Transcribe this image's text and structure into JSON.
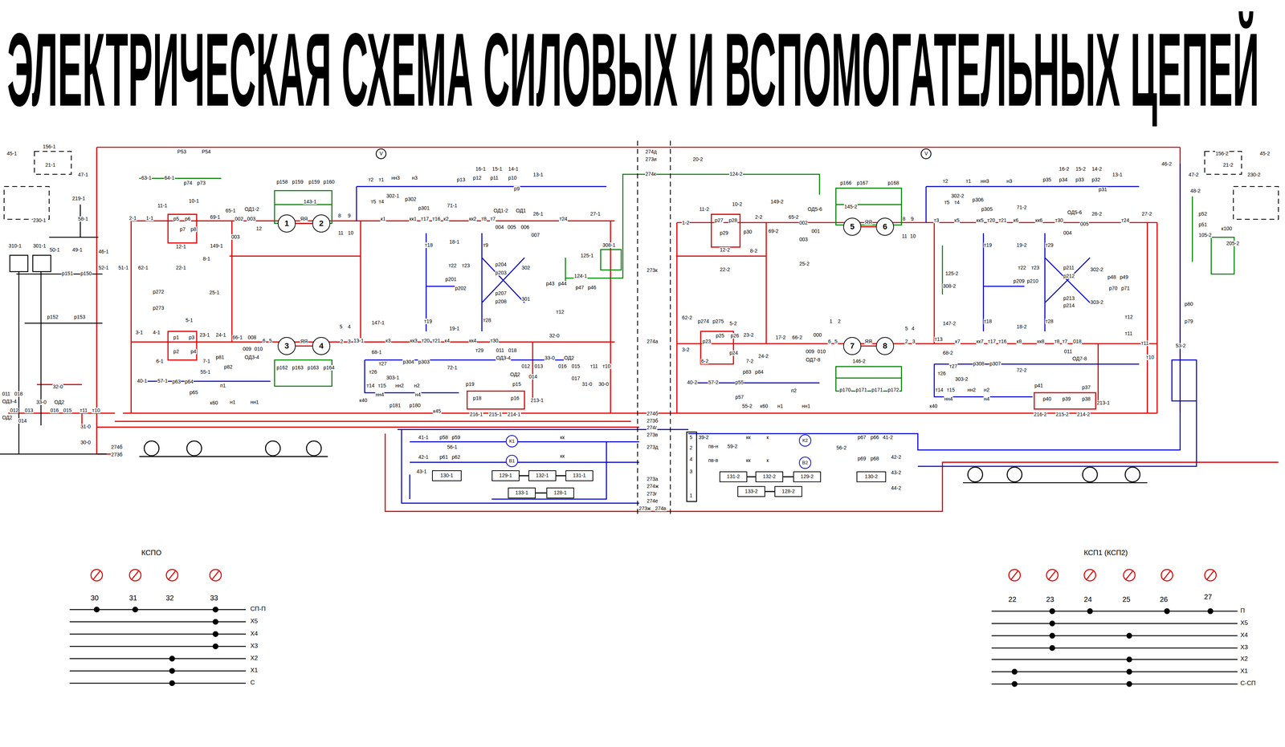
{
  "diagram": {
    "title": "ЭЛЕКТРИЧЕСКАЯ СХЕМА СИЛОВЫХ И ВСПОМОГАТЕЛЬНЫХ ЦЕПЕЙ",
    "nodes": [
      {
        "text": [
          "1"
        ]
      },
      {
        "text": [
          "2"
        ]
      },
      {
        "text": [
          "5"
        ]
      },
      {
        "text": [
          "6"
        ]
      },
      {
        "text": [
          "3"
        ]
      },
      {
        "text": [
          "4"
        ]
      },
      {
        "text": [
          "7"
        ]
      },
      {
        "text": [
          "8"
        ]
      },
      {
        "text": [
          "К1"
        ]
      },
      {
        "text": [
          "К2"
        ]
      },
      {
        "text": [
          "В1"
        ]
      },
      {
        "text": [
          "В2"
        ]
      },
      {
        "text": [
          "130-1"
        ]
      },
      {
        "text": [
          "129-1"
        ]
      },
      {
        "text": [
          "132-1"
        ]
      },
      {
        "text": [
          "131-1"
        ]
      },
      {
        "text": [
          "131-2"
        ]
      },
      {
        "text": [
          "132-2"
        ]
      },
      {
        "text": [
          "129-2"
        ]
      },
      {
        "text": [
          "130-2"
        ]
      },
      {
        "text": [
          "133-1"
        ]
      },
      {
        "text": [
          "128-1"
        ]
      },
      {
        "text": [
          "133-2"
        ]
      },
      {
        "text": [
          "128-2"
        ]
      }
    ],
    "edges": [
      {
        "from": 0,
        "to": 1,
        "arrow": "none",
        "label": "ЯЯ"
      },
      {
        "from": 2,
        "to": 3,
        "arrow": "none",
        "label": "ЯЯ"
      },
      {
        "from": 4,
        "to": 5,
        "arrow": "none",
        "label": "ЯЯ"
      },
      {
        "from": 6,
        "to": 7,
        "arrow": "none",
        "label": "ЯЯ"
      },
      {
        "from": 13,
        "to": 14,
        "arrow": "none"
      },
      {
        "from": 14,
        "to": 15,
        "arrow": "none"
      },
      {
        "from": 16,
        "to": 17,
        "arrow": "none"
      },
      {
        "from": 17,
        "to": 18,
        "arrow": "none"
      },
      {
        "from": 20,
        "to": 21,
        "arrow": "none"
      },
      {
        "from": 22,
        "to": 23,
        "arrow": "none"
      }
    ],
    "labels": [
      "156-1",
      "21-1",
      "45-1",
      "47-1",
      "230-1",
      "219-1",
      "58-1",
      "50-1",
      "49-1",
      "310-1",
      "301-1",
      "46-1",
      "52-1",
      "51-1",
      "р151",
      "р150",
      "р152",
      "р153",
      "62-1",
      "р272",
      "р273",
      "63-1",
      "64-1",
      "р74",
      "р73",
      "2-1",
      "1-1",
      "11-1",
      "10-1",
      "р5",
      "р6",
      "р7",
      "р8",
      "12-1",
      "22-1",
      "8-1",
      "69-1",
      "149-1",
      "65-1",
      "002",
      "003",
      "ОД1-2",
      "003",
      "12",
      "143-1",
      "р158",
      "р159",
      "р159",
      "р160",
      "9",
      "8",
      "11",
      "10",
      "302-1",
      "нн3",
      "н3",
      "т2",
      "т1",
      "т5",
      "т4",
      "р302",
      "р301",
      "71-1",
      "р13",
      "р12",
      "р11",
      "р10",
      "16-1",
      "15-1",
      "14-1",
      "р9",
      "13-1",
      "к1",
      "кк1",
      "т17",
      "т16",
      "к2",
      "кк2",
      "т8",
      "т7",
      "004",
      "ОД1-2",
      "005",
      "ОД1",
      "006",
      "26-1",
      "т24",
      "007",
      "27-1",
      "т18",
      "18-1",
      "т9",
      "т22",
      "т23",
      "р204",
      "р203",
      "302",
      "р201",
      "р202",
      "р207",
      "р208",
      "301",
      "т28",
      "308-1",
      "125-1",
      "124-1",
      "р43",
      "р44",
      "р47",
      "р46",
      "т12",
      "25-1",
      "3-1",
      "4-1",
      "5-1",
      "р1",
      "р3",
      "р2",
      "р4",
      "6-1",
      "7-1",
      "23-1",
      "24-1",
      "р81",
      "р82",
      "66-1",
      "008",
      "009",
      "010",
      "ОД3-4",
      "6",
      "5",
      "р162",
      "р163",
      "р163",
      "р164",
      "5",
      "4",
      "3",
      "2",
      "13-1",
      "147-1",
      "68-1",
      "к3",
      "кк3",
      "т20",
      "т21",
      "к4",
      "кк4",
      "т30",
      "т29",
      "011",
      "018",
      "ОД3-4",
      "т19",
      "19-1",
      "32-0",
      "33-0",
      "ОД2",
      "012",
      "013",
      "016",
      "015",
      "014",
      "017",
      "т11",
      "т10",
      "31-0",
      "30-0",
      "ОД2",
      "213-1",
      "т27",
      "р304",
      "р303",
      "т26",
      "303-1",
      "72-1",
      "т14",
      "т15",
      "нн4",
      "н4",
      "нн2",
      "н2",
      "к40",
      "р181",
      "р180",
      "к45",
      "р19",
      "р15",
      "р18",
      "р16",
      "216-1",
      "215-1",
      "214-1",
      "40-1",
      "57-1",
      "р63",
      "р64",
      "р65",
      "55-1",
      "п1",
      "к60",
      "н1",
      "нн1",
      "011",
      "018",
      "ОД3-4",
      "32-0",
      "33-0",
      "ОД2",
      "012",
      "013",
      "016",
      "015",
      "014",
      "т11",
      "т10",
      "ОД2",
      "31-0",
      "30-0",
      "274б",
      "273б",
      "274д",
      "273и",
      "274к",
      "273к",
      "274а",
      "274б",
      "273б",
      "274г",
      "273в",
      "273д",
      "273а",
      "274ж",
      "273г",
      "274е",
      "273ж",
      "274в",
      "Р53",
      "Р54",
      "20-2",
      "124-2",
      "V",
      "V",
      "41-1",
      "р58",
      "р59",
      "кк",
      "42-1",
      "56-1",
      "р61",
      "р62",
      "кк",
      "43-1",
      "5",
      "39-2",
      "кк",
      "к",
      "р67",
      "р66",
      "41-2",
      "2",
      "пв-н",
      "59-2",
      "56-2",
      "4",
      "пв-в",
      "кк",
      "к",
      "р69",
      "р68",
      "42-2",
      "3",
      "43-2",
      "1",
      "44-2",
      "1-2",
      "11-2",
      "10-2",
      "р27",
      "р28",
      "р29",
      "р30",
      "8-2",
      "12-2",
      "22-2",
      "149-2",
      "69-2",
      "2-2",
      "65-2",
      "ОД5-6",
      "002",
      "001",
      "003",
      "25-2",
      "145-2",
      "р166",
      "р167",
      "р168",
      "11",
      "10",
      "9",
      "8",
      "т3",
      "к5",
      "кк5",
      "т20",
      "т21",
      "к6",
      "кк6",
      "т30",
      "004",
      "ОД5-6",
      "005",
      "26-2",
      "т24",
      "27-2",
      "302-2",
      "т2",
      "т1",
      "нн3",
      "н3",
      "т5",
      "т4",
      "р306",
      "р305",
      "71-2",
      "16-2",
      "15-2",
      "14-2",
      "р35",
      "р34",
      "р33",
      "р32",
      "р31",
      "13-1",
      "т19",
      "19-2",
      "т22",
      "т23",
      "т29",
      "р211",
      "р212",
      "302-2",
      "р48",
      "р49",
      "р209",
      "р210",
      "р70",
      "р71",
      "р213",
      "р214",
      "303-2",
      "т18",
      "18-2",
      "т28",
      "т12",
      "т11",
      "т11",
      "т10",
      "125-2",
      "308-2",
      "62-2",
      "р274",
      "р275",
      "5-2",
      "р23",
      "р25",
      "р26",
      "3-2",
      "р24",
      "6-2",
      "7-2",
      "23-2",
      "24-2",
      "р83",
      "р84",
      "17-2",
      "66-2",
      "000",
      "009",
      "010",
      "ОД7-8",
      "6",
      "5",
      "1",
      "2",
      "146-2",
      "р170",
      "р171",
      "р171",
      "р172",
      "5",
      "4",
      "3",
      "2",
      "т13",
      "147-2",
      "68-2",
      "к7",
      "кк7",
      "т17",
      "т16",
      "к8",
      "кк8",
      "т8",
      "т7",
      "018",
      "011",
      "ОД7-8",
      "т27",
      "р308",
      "р307",
      "т26",
      "303-2",
      "72-2",
      "т14",
      "т15",
      "нн4",
      "нн2",
      "н2",
      "н4",
      "к40",
      "р41",
      "р37",
      "р40",
      "р39",
      "р38",
      "216-2",
      "215-2",
      "214-2",
      "213-1",
      "40-2",
      "57-2",
      "р55",
      "р57",
      "55-2",
      "п2",
      "к60",
      "н1",
      "нн1",
      "156-2",
      "45-2",
      "47-2",
      "21-2",
      "46-2",
      "230-2",
      "48-2",
      "р52",
      "р51",
      "105-2",
      "к100",
      "205-2",
      "р80",
      "р79",
      "53-2",
      "КСПО",
      "30",
      "31",
      "32",
      "33",
      "СП-П",
      "Х5",
      "Х4",
      "Х3",
      "Х2",
      "Х1",
      "С",
      "КСП1 (КСП2)",
      "22",
      "23",
      "24",
      "25",
      "26",
      "27",
      "П",
      "Х5",
      "Х4",
      "Х3",
      "Х2",
      "Х1",
      "С-СП"
    ]
  }
}
